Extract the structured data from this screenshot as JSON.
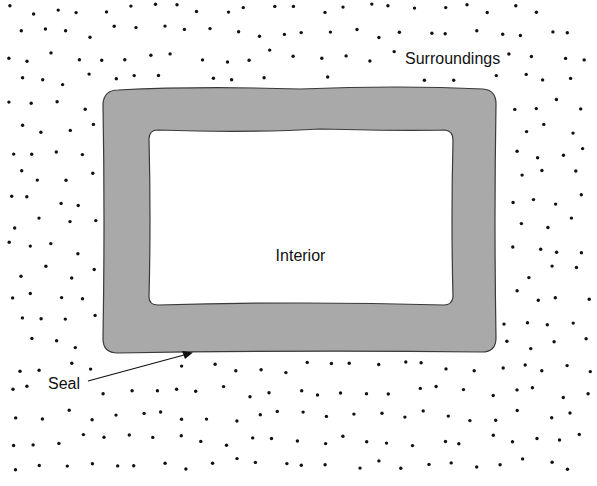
{
  "diagram": {
    "nodes": [
      {
        "text": [
          "Interior"
        ]
      }
    ],
    "labels": [
      "Surroundings",
      "Seal"
    ]
  }
}
